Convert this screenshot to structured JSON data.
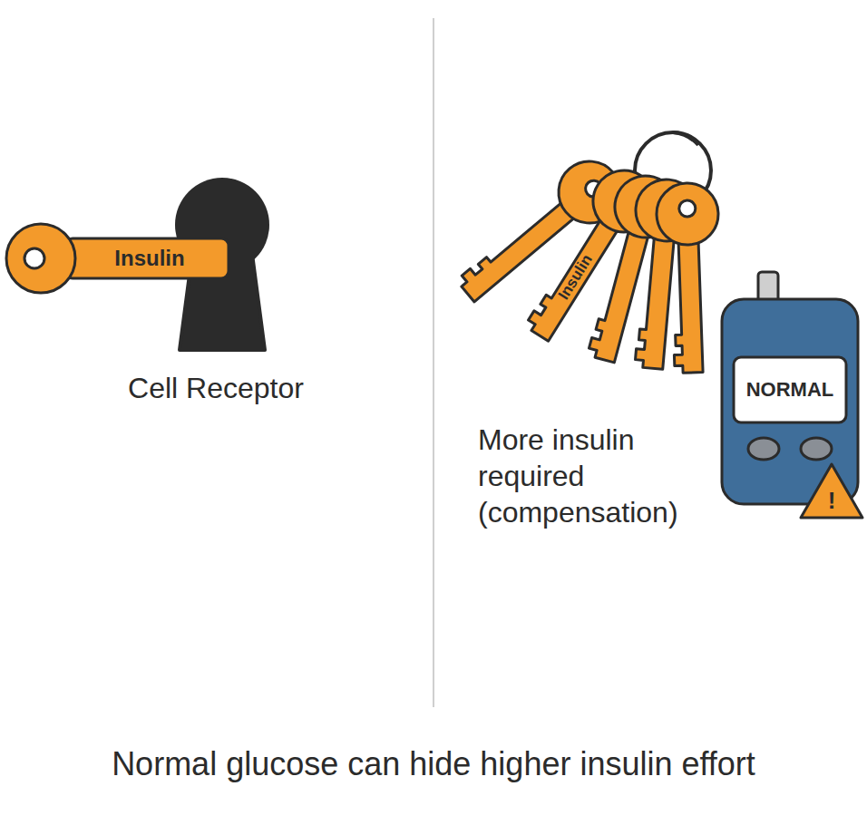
{
  "diagram": {
    "caption": "Normal glucose can hide higher insulin effort",
    "labels": [
      "Insulin",
      "Cell Receptor",
      "Insulin",
      "NORMAL",
      "!",
      "More insulin required (compensation)"
    ]
  }
}
